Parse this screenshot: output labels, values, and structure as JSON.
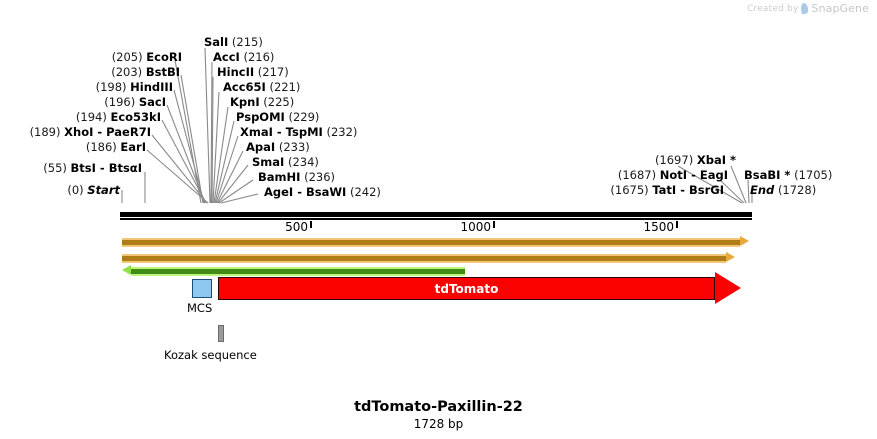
{
  "watermark": {
    "prefix": "Created by",
    "brand": "SnapGene",
    "logo_icon": "snapgene-leaf-icon"
  },
  "plasmid": {
    "title": "tdTomato-Paxillin-22",
    "size": "1728 bp",
    "length_bp": 1728
  },
  "ruler": {
    "ticks": [
      {
        "label": "500",
        "bp": 500
      },
      {
        "label": "1000",
        "bp": 1000
      },
      {
        "label": "1500",
        "bp": 1500
      }
    ]
  },
  "sites_left": [
    {
      "pos": "(205)",
      "enz": "EcoRI",
      "italic": false
    },
    {
      "pos": "(203)",
      "enz": "BstBI",
      "italic": false
    },
    {
      "pos": "(198)",
      "enz": "HindIII",
      "italic": false
    },
    {
      "pos": "(196)",
      "enz": "SacI",
      "italic": false
    },
    {
      "pos": "(194)",
      "enz": "Eco53kI",
      "italic": false
    },
    {
      "pos": "(189)",
      "enz": "XhoI - PaeR7I",
      "italic": false
    },
    {
      "pos": "(186)",
      "enz": "EarI",
      "italic": false
    },
    {
      "pos": "(55)",
      "enz": "BtsI - BtsαI",
      "italic": false
    },
    {
      "pos": "(0)",
      "enz": "Start",
      "italic": true
    }
  ],
  "sites_right_top": [
    {
      "enz": "SalI",
      "pos": "(215)",
      "italic": false
    },
    {
      "enz": "AccI",
      "pos": "(216)",
      "italic": false
    },
    {
      "enz": "HincII",
      "pos": "(217)",
      "italic": false
    },
    {
      "enz": "Acc65I",
      "pos": "(221)",
      "italic": false
    },
    {
      "enz": "KpnI",
      "pos": "(225)",
      "italic": false
    },
    {
      "enz": "PspOMI",
      "pos": "(229)",
      "italic": false
    },
    {
      "enz": "XmaI - TspMI",
      "pos": "(232)",
      "italic": false
    },
    {
      "enz": "ApaI",
      "pos": "(233)",
      "italic": false
    },
    {
      "enz": "SmaI",
      "pos": "(234)",
      "italic": false
    },
    {
      "enz": "BamHI",
      "pos": "(236)",
      "italic": false
    },
    {
      "enz": "AgeI - BsaWI",
      "pos": "(242)",
      "italic": false
    }
  ],
  "sites_end_left": [
    {
      "pos": "(1697)",
      "enz": "XbaI *",
      "italic": false
    },
    {
      "pos": "(1687)",
      "enz": "NotI - EagI",
      "italic": false
    },
    {
      "pos": "(1675)",
      "enz": "TatI - BsrGI",
      "italic": false
    }
  ],
  "sites_end_right": [
    {
      "enz": "BsaBI *",
      "pos": "(1705)",
      "italic": false
    },
    {
      "enz": "End",
      "pos": "(1728)",
      "italic": true
    }
  ],
  "features": {
    "mcs": {
      "label": "MCS",
      "color": "#8ec8f0"
    },
    "tdtomato": {
      "label": "tdTomato",
      "color": "#fb0000"
    },
    "kozak": {
      "label": "Kozak sequence",
      "color": "#9b9b9b"
    },
    "orange_color": "#e7a93c",
    "green_color": "#8fe04a"
  }
}
